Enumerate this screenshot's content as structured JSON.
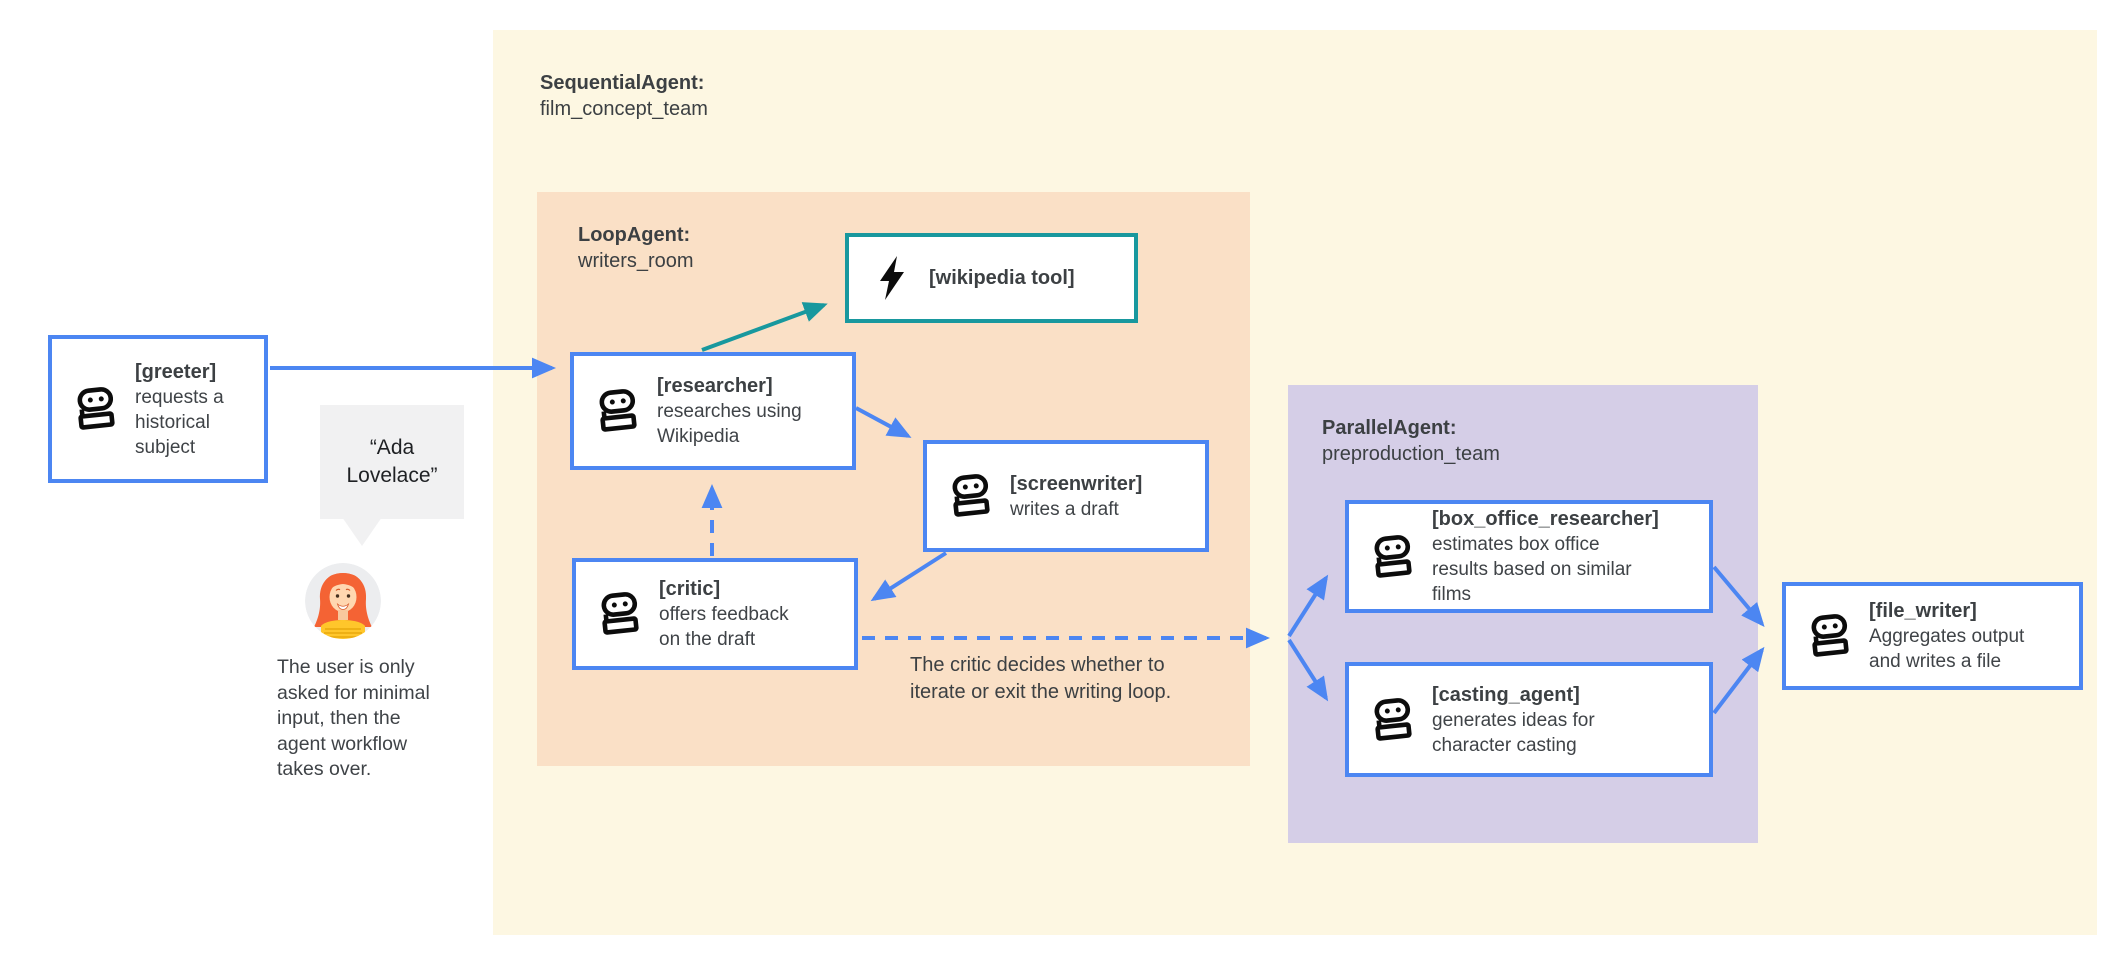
{
  "diagram": {
    "panels": {
      "sequential": {
        "title": "SequentialAgent:",
        "subtitle": "film_concept_team"
      },
      "loop": {
        "title": "LoopAgent:",
        "subtitle": "writers_room"
      },
      "parallel": {
        "title": "ParallelAgent:",
        "subtitle": "preproduction_team"
      }
    },
    "nodes": {
      "greeter": {
        "title": "[greeter]",
        "desc": "requests a\nhistorical\nsubject"
      },
      "researcher": {
        "title": "[researcher]",
        "desc": "researches using\nWikipedia"
      },
      "wikipedia_tool": {
        "title": "[wikipedia tool]",
        "desc": ""
      },
      "screenwriter": {
        "title": "[screenwriter]",
        "desc": "writes a draft"
      },
      "critic": {
        "title": "[critic]",
        "desc": "offers feedback\non the draft"
      },
      "box_office_researcher": {
        "title": "[box_office_researcher]",
        "desc": "estimates box office\nresults based on similar\nfilms"
      },
      "casting_agent": {
        "title": "[casting_agent]",
        "desc": "generates ideas for\ncharacter casting"
      },
      "file_writer": {
        "title": "[file_writer]",
        "desc": "Aggregates output\nand writes a file"
      }
    },
    "user": {
      "speech": "“Ada\nLovelace”",
      "caption": "The user is only\nasked for minimal\ninput, then the\nagent workflow\ntakes over."
    },
    "annotations": {
      "critic_note": "The critic decides whether to\niterate or exit the writing loop."
    },
    "icons": {
      "robot": "robot-agent-icon",
      "lightning": "lightning-tool-icon",
      "avatar": "user-avatar"
    },
    "colors": {
      "agent_blue": "#4c86f2",
      "tool_teal": "#18989e",
      "sequential_bg": "#fdf7e2",
      "loop_bg": "#fae0c6",
      "parallel_bg": "#d5cee7",
      "text_dark": "#3c4043"
    }
  }
}
